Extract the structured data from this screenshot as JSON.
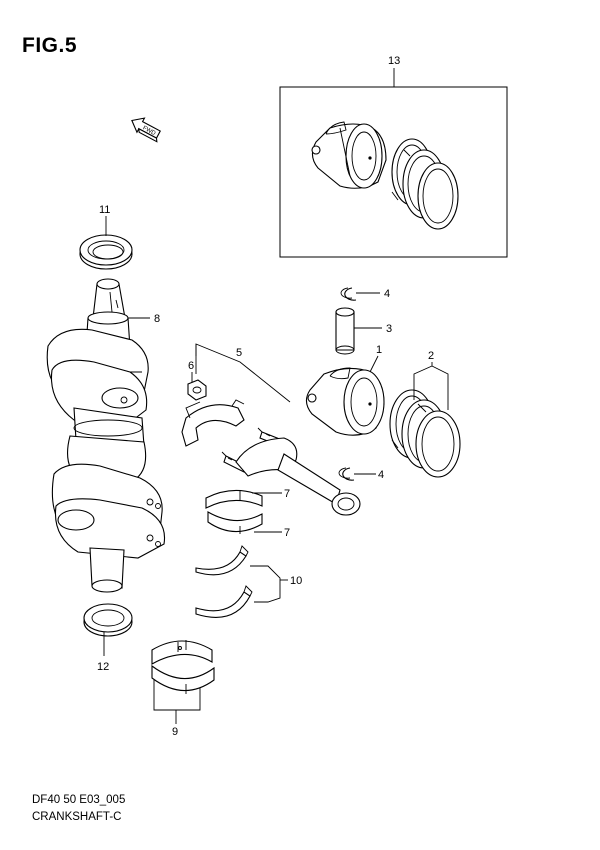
{
  "figure": {
    "title": "FIG.5"
  },
  "footer": {
    "code": "DF40 50 E03_005",
    "name": "CRANKSHAFT-C"
  },
  "fwd_arrow": {
    "label": "FWD"
  },
  "callouts": [
    {
      "id": "c13",
      "label": "13"
    },
    {
      "id": "c11",
      "label": "11"
    },
    {
      "id": "c8",
      "label": "8"
    },
    {
      "id": "c4a",
      "label": "4"
    },
    {
      "id": "c3",
      "label": "3"
    },
    {
      "id": "c5",
      "label": "5"
    },
    {
      "id": "c1",
      "label": "1"
    },
    {
      "id": "c2",
      "label": "2"
    },
    {
      "id": "c6",
      "label": "6"
    },
    {
      "id": "c4b",
      "label": "4"
    },
    {
      "id": "c7a",
      "label": "7"
    },
    {
      "id": "c7b",
      "label": "7"
    },
    {
      "id": "c10",
      "label": "10"
    },
    {
      "id": "c12",
      "label": "12"
    },
    {
      "id": "c9",
      "label": "9"
    }
  ]
}
